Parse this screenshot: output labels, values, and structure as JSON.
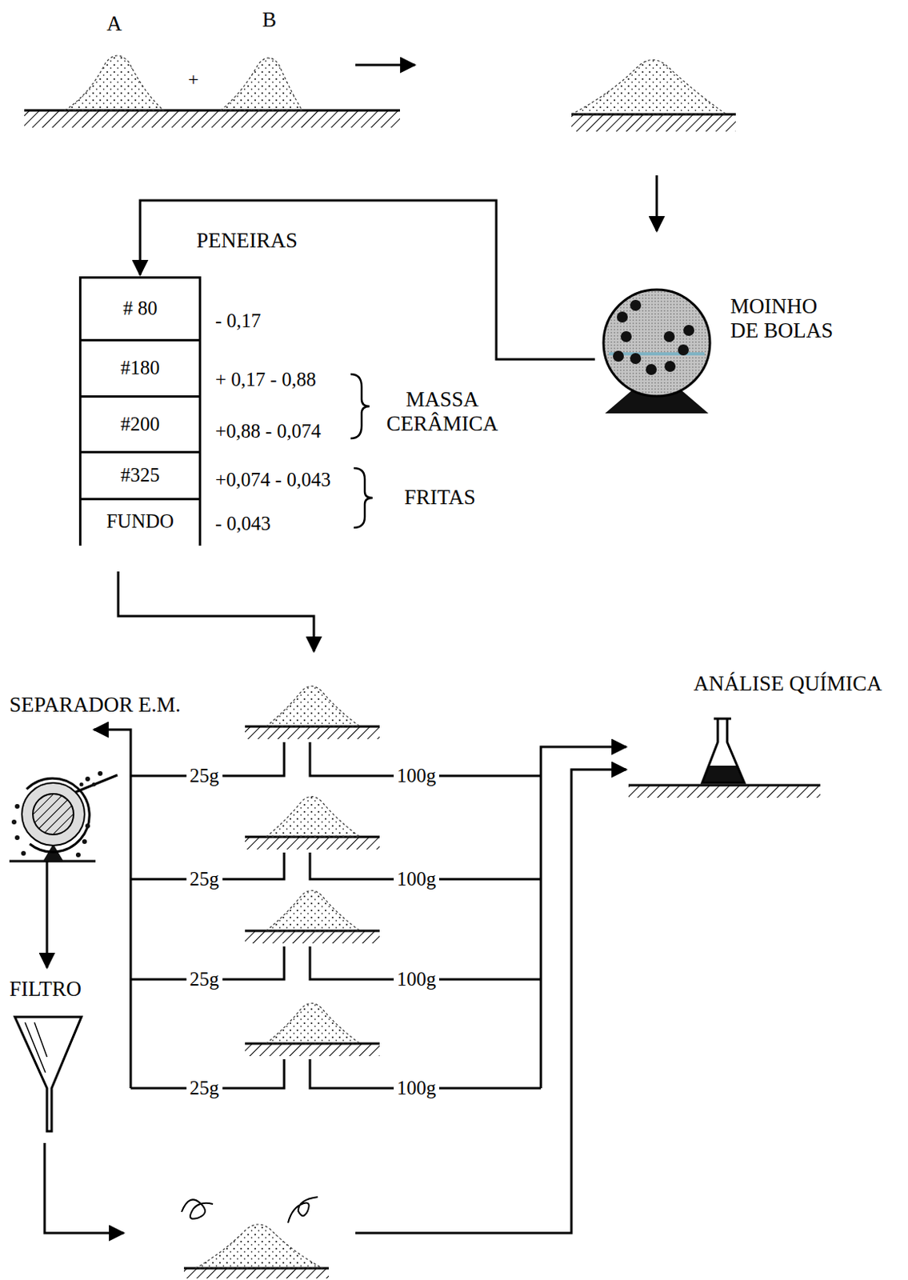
{
  "diagram": {
    "nodes": [
      {
        "text": [
          "PENEIRAS"
        ]
      },
      {
        "text": [
          "# 80"
        ],
        "in": 0
      },
      {
        "text": [
          "#180"
        ],
        "in": 0
      },
      {
        "text": [
          "#200"
        ],
        "in": 0
      },
      {
        "text": [
          "#325"
        ],
        "in": 0
      },
      {
        "text": [
          "FUNDO"
        ],
        "in": 0
      },
      {
        "text": [
          "MOINHO DE BOLAS"
        ]
      },
      {
        "text": [
          "ANÁLISE QUÍMICA"
        ]
      },
      {
        "text": [
          "SEPARADOR E.M."
        ]
      },
      {
        "text": [
          "FILTRO"
        ]
      }
    ],
    "edges": [
      {
        "from": 6,
        "to": 0,
        "arrow": "to"
      },
      {
        "from": 8,
        "to": 9,
        "arrow": "to"
      }
    ],
    "labels": [
      "A",
      "B",
      "+",
      "- 0,17",
      "+ 0,17 - 0,88",
      "+0,88 - 0,074",
      "+0,074 - 0,043",
      "- 0,043",
      "MASSA CERÂMICA",
      "FRITAS",
      "25g",
      "25g",
      "25g",
      "25g",
      "100g",
      "100g",
      "100g",
      "100g"
    ]
  }
}
